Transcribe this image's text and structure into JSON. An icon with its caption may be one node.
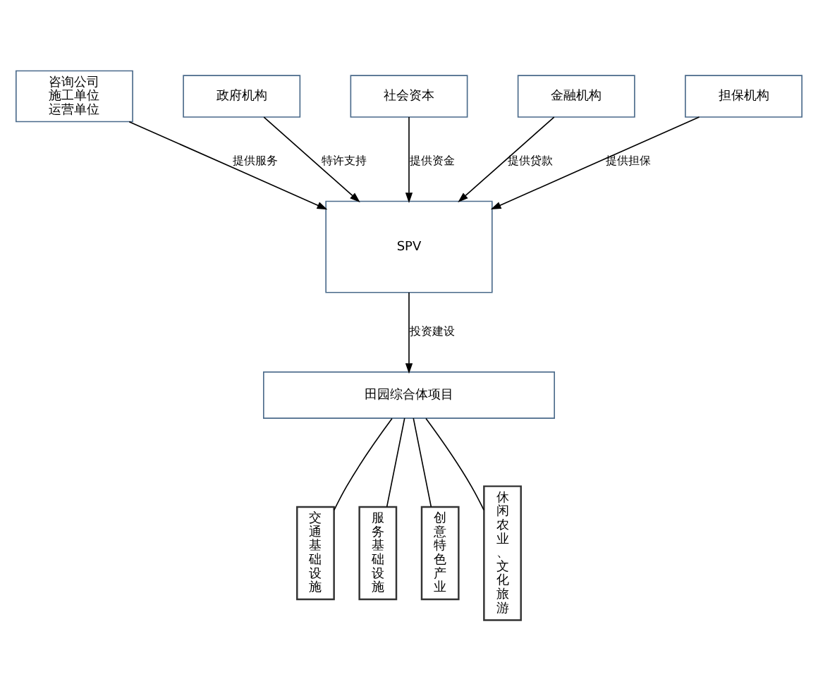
{
  "diagram": {
    "nodes": [
      {
        "text": [
          "政府机构"
        ]
      },
      {
        "text": [
          "社会资本"
        ]
      },
      {
        "text": [
          "咨询公司",
          "施工单位",
          "运营单位"
        ]
      },
      {
        "text": [
          "SPV"
        ]
      },
      {
        "text": [
          "金融机构"
        ]
      },
      {
        "text": [
          "担保机构"
        ]
      },
      {
        "text": [
          "田园综合体项目"
        ]
      },
      {
        "text": [
          "交通基础设施"
        ]
      },
      {
        "text": [
          "服务基础设施"
        ]
      },
      {
        "text": [
          "创意特色产业"
        ]
      },
      {
        "text": [
          "休闲农业、文化旅游"
        ]
      }
    ],
    "edges": [
      {
        "from": 1,
        "to": 3,
        "arrow": "to",
        "label": "提供资金"
      },
      {
        "from": 0,
        "to": 3,
        "arrow": "to",
        "label": "特许支持"
      },
      {
        "from": 4,
        "to": 3,
        "arrow": "to",
        "label": "提供贷款"
      },
      {
        "from": 2,
        "to": 3,
        "arrow": "to",
        "label": "提供服务"
      },
      {
        "from": 5,
        "to": 3,
        "arrow": "to",
        "label": "提供担保"
      },
      {
        "from": 3,
        "to": 6,
        "arrow": "to",
        "label": "投资建设"
      },
      {
        "from": 6,
        "to": 7,
        "arrow": "none"
      },
      {
        "from": 6,
        "to": 8,
        "arrow": "none"
      },
      {
        "from": 6,
        "to": 9,
        "arrow": "none"
      },
      {
        "from": 6,
        "to": 10,
        "arrow": "none"
      }
    ]
  }
}
